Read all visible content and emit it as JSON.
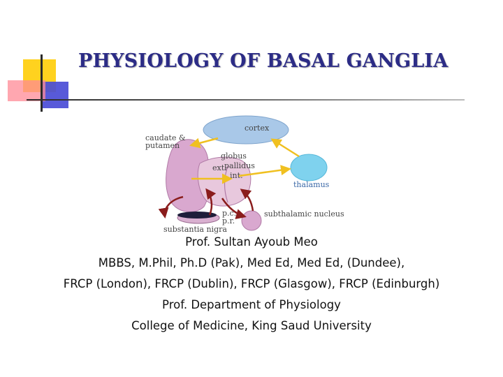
{
  "slide": {
    "title": "PHYSIOLOGY OF BASAL GANGLIA",
    "accent_colors": {
      "yellow": "#ffd21f",
      "blue": "#4a4cd6",
      "pink": "#ff8a95",
      "title": "#2c2c86"
    }
  },
  "diagram": {
    "labels": {
      "cortex": "cortex",
      "caudate": "caudate &",
      "putamen": "putamen",
      "globus": "globus",
      "pallidus": "pallidus",
      "ext": "ext:",
      "int": "int:",
      "thalamus": "thalamus",
      "pc": "p.c.",
      "pr": "p.r.",
      "substantia_nigra": "substantia nigra",
      "subthalamic": "subthalamic nucleus"
    }
  },
  "author": {
    "name": "Prof. Sultan Ayoub Meo",
    "degrees": "MBBS, M.Phil, Ph.D (Pak), Med Ed, Med Ed, (Dundee),",
    "fellowships": "FRCP (London), FRCP (Dublin), FRCP (Glasgow), FRCP (Edinburgh)",
    "position": "Prof. Department of Physiology",
    "institution": "College of Medicine, King Saud University"
  }
}
